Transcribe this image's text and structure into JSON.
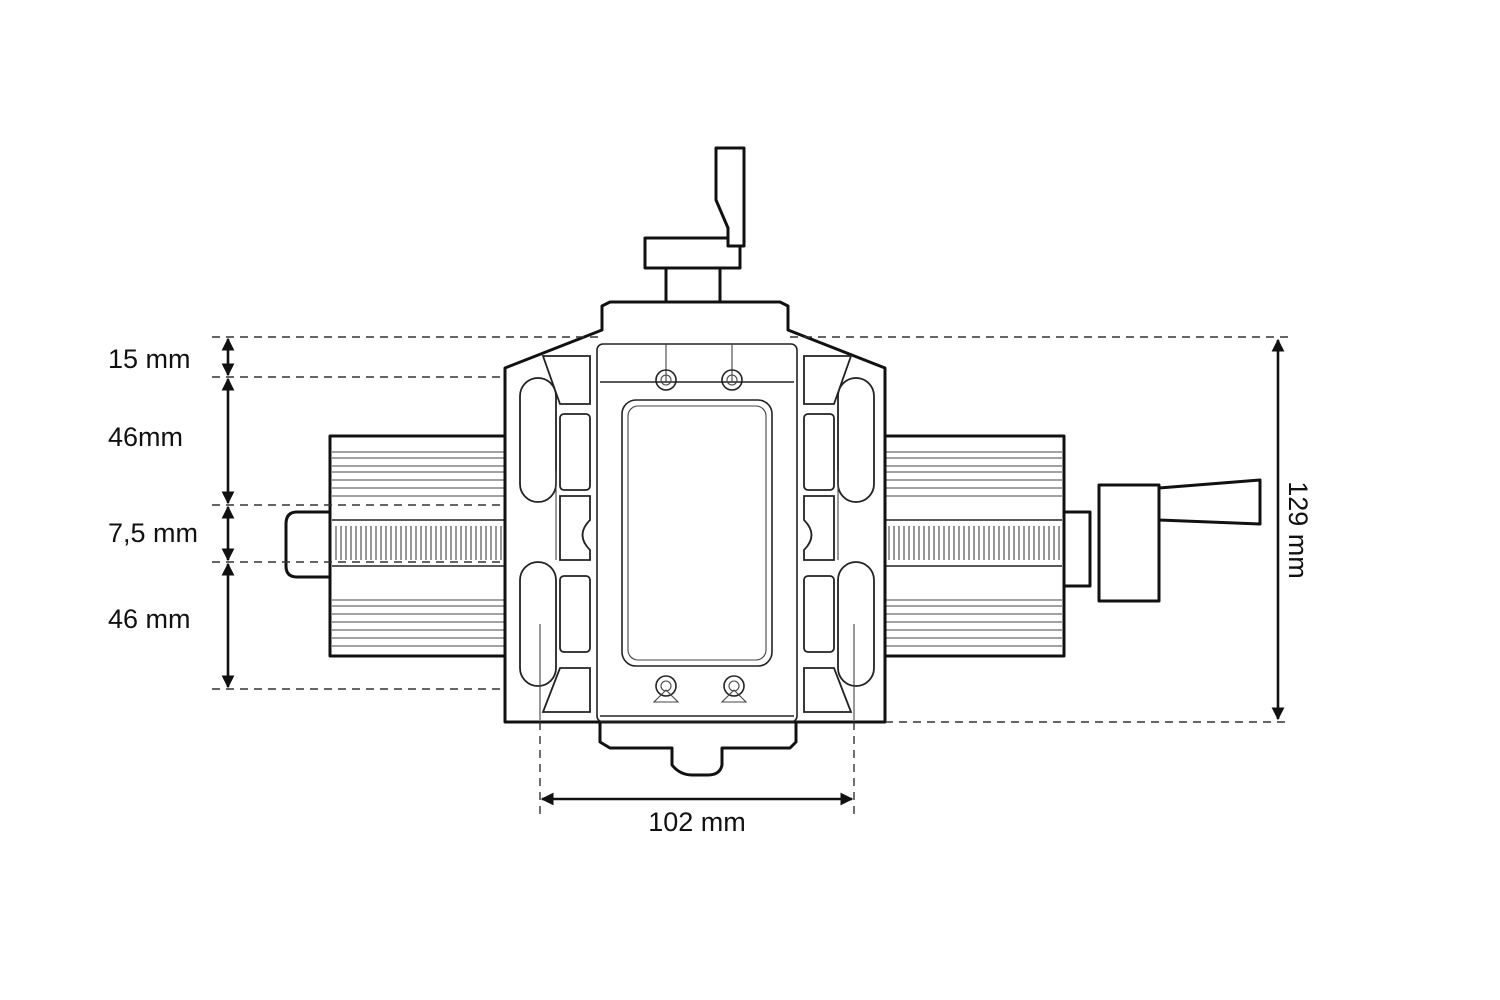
{
  "diagram": {
    "colors": {
      "line": "#111111",
      "background": "#ffffff"
    },
    "dimensions": [
      {
        "id": "top_offset",
        "label": "15 mm",
        "value_mm": 15
      },
      {
        "id": "upper_rail",
        "label": "46mm",
        "value_mm": 46
      },
      {
        "id": "lead_screw",
        "label": "7,5 mm",
        "value_mm": 7.5
      },
      {
        "id": "lower_rail",
        "label": "46 mm",
        "value_mm": 46
      },
      {
        "id": "plate_width",
        "label": "102 mm",
        "value_mm": 102
      },
      {
        "id": "total_height",
        "label": "129 mm",
        "value_mm": 129
      }
    ]
  }
}
